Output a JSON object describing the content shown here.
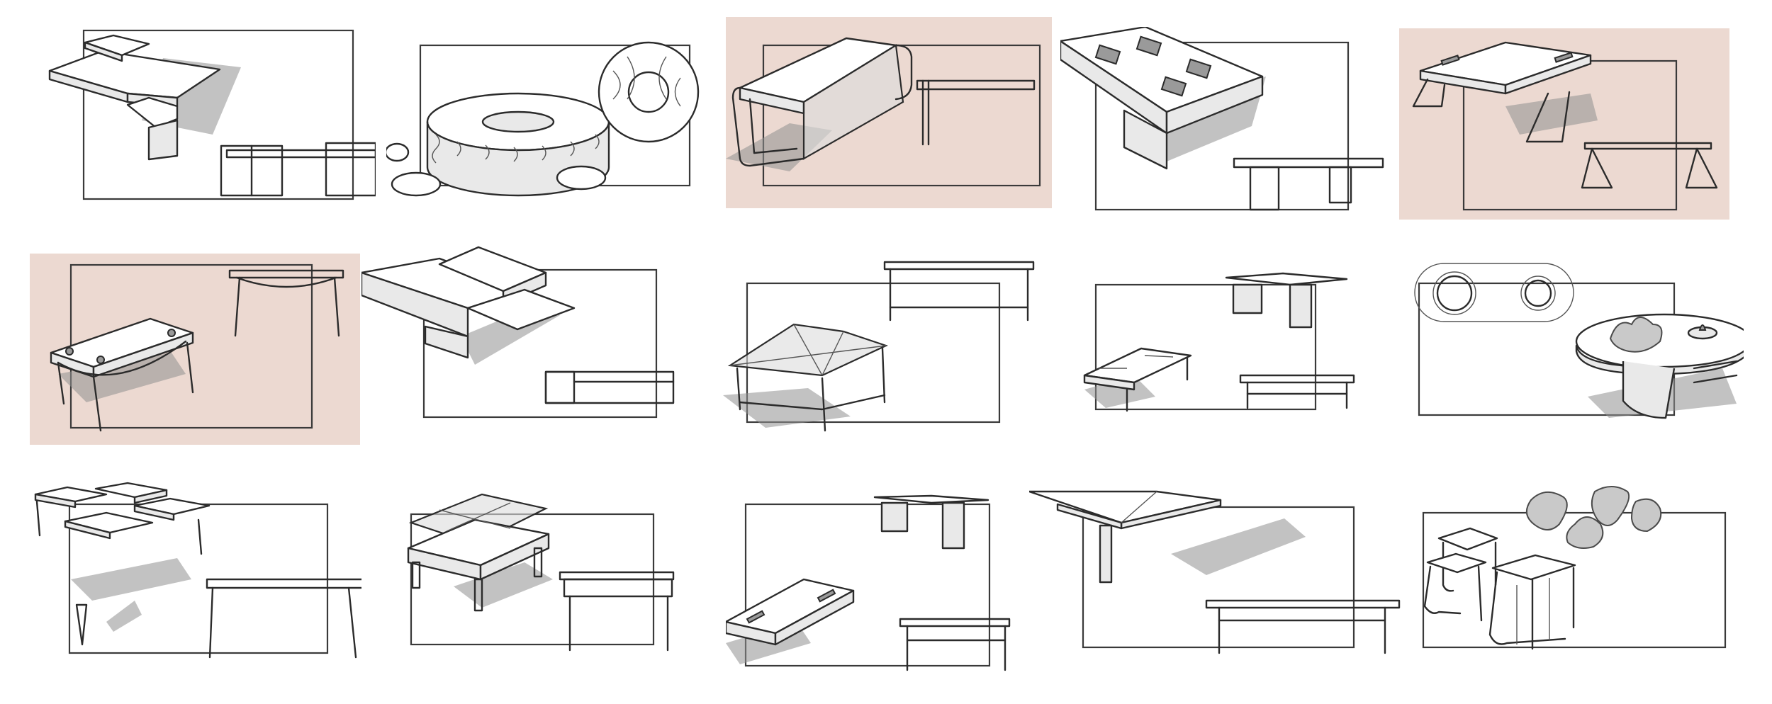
{
  "page": {
    "background": "#ffffff"
  },
  "palette": {
    "tint": "#ecd9d1",
    "line": "#2b2b2b",
    "shade": "#9a9a9a"
  },
  "sheets": [
    {
      "id": "s1",
      "icon": "stepped-slab-table-sketch",
      "tinted": false
    },
    {
      "id": "s2",
      "icon": "round-drum-table-sketch",
      "tinted": false
    },
    {
      "id": "s3",
      "icon": "bench-table-sketch",
      "tinted": true
    },
    {
      "id": "s4",
      "icon": "block-table-with-cutouts-sketch",
      "tinted": false
    },
    {
      "id": "s5",
      "icon": "trestle-table-sketch",
      "tinted": true
    },
    {
      "id": "s6",
      "icon": "tapered-leg-table-sketch",
      "tinted": true
    },
    {
      "id": "s7",
      "icon": "sliding-slab-table-sketch",
      "tinted": false
    },
    {
      "id": "s8",
      "icon": "pentagon-glass-table-sketch",
      "tinted": false
    },
    {
      "id": "s9",
      "icon": "low-frame-table-sketch",
      "tinted": false
    },
    {
      "id": "s10",
      "icon": "oval-planter-table-sketch",
      "tinted": false
    },
    {
      "id": "s11",
      "icon": "modular-cluster-table-sketch",
      "tinted": false
    },
    {
      "id": "s12",
      "icon": "glass-top-table-sketch",
      "tinted": false
    },
    {
      "id": "s13",
      "icon": "frame-bench-table-sketch",
      "tinted": false
    },
    {
      "id": "s14",
      "icon": "wedge-top-table-sketch",
      "tinted": false
    },
    {
      "id": "s15",
      "icon": "nesting-stool-tables-sketch",
      "tinted": false
    }
  ]
}
